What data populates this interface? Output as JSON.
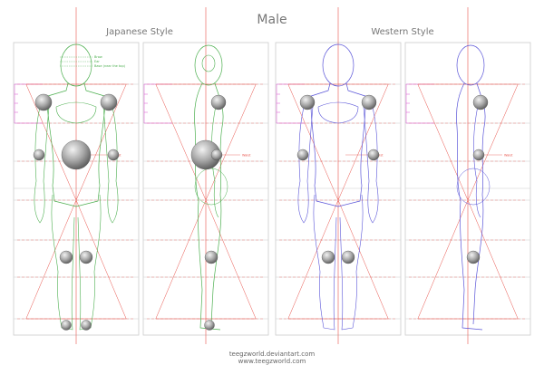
{
  "title": "Male",
  "styles": {
    "japanese": {
      "label": "Japanese Style"
    },
    "western": {
      "label": "Western Style"
    }
  },
  "annotations": {
    "head_legend": [
      "Brow",
      "Ear",
      "Base (near the top)"
    ],
    "waist_marker": "Waist"
  },
  "credits": {
    "line1": "teegzworld.deviantart.com",
    "line2": "www.teegzworld.com"
  },
  "colors": {
    "grid": "#cccccc",
    "guide_red": "#e8534b",
    "guide_pink": "#d94fd0",
    "japanese_figure": "#4caf4f",
    "western_figure": "#5a55d8",
    "joint_ball": "#9a9a9a"
  }
}
